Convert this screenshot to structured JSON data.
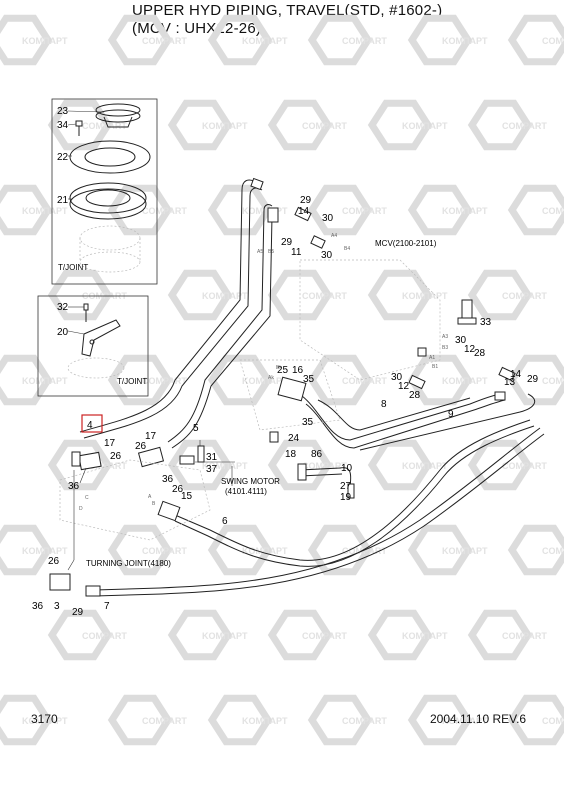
{
  "title": {
    "line1": "UPPER HYD PIPING, TRAVEL(STD, #1602-)",
    "line2": "(MCV : UHX22-26)"
  },
  "footer": {
    "page": "3170",
    "date_rev": "2004.11.10  REV.6"
  },
  "watermark": {
    "brands": [
      "KOMПAPT",
      "COMPART"
    ],
    "colors": {
      "logo": "#dcdcdc",
      "text": "#e2e2e2"
    }
  },
  "inset_top": {
    "parts": [
      "23",
      "34",
      "22",
      "21"
    ],
    "caption": "T/JOINT"
  },
  "inset_bottom": {
    "parts": [
      "32",
      "20"
    ],
    "caption": "T/JOINT"
  },
  "labels": {
    "mcv": "MCV(2100-2101)",
    "swing_motor_1": "SWING MOTOR",
    "swing_motor_2": "(4101.4111)",
    "turning_joint": "TURNING JOINT(4180)"
  },
  "callouts": [
    {
      "text": "29"
    },
    {
      "text": "14"
    },
    {
      "text": "30"
    },
    {
      "text": "29"
    },
    {
      "text": "11"
    },
    {
      "text": "30"
    },
    {
      "text": "33"
    },
    {
      "text": "25"
    },
    {
      "text": "16"
    },
    {
      "text": "35"
    },
    {
      "text": "30"
    },
    {
      "text": "12"
    },
    {
      "text": "28"
    },
    {
      "text": "30"
    },
    {
      "text": "12"
    },
    {
      "text": "28"
    },
    {
      "text": "14"
    },
    {
      "text": "13"
    },
    {
      "text": "29"
    },
    {
      "text": "8"
    },
    {
      "text": "9"
    },
    {
      "text": "35"
    },
    {
      "text": "24"
    },
    {
      "text": "18"
    },
    {
      "text": "86"
    },
    {
      "text": "10"
    },
    {
      "text": "27"
    },
    {
      "text": "19"
    },
    {
      "text": "4"
    },
    {
      "text": "5"
    },
    {
      "text": "17"
    },
    {
      "text": "26"
    },
    {
      "text": "31"
    },
    {
      "text": "37"
    },
    {
      "text": "17"
    },
    {
      "text": "26"
    },
    {
      "text": "36"
    },
    {
      "text": "36"
    },
    {
      "text": "26"
    },
    {
      "text": "15"
    },
    {
      "text": "6"
    },
    {
      "text": "26"
    },
    {
      "text": "36"
    },
    {
      "text": "3"
    },
    {
      "text": "29"
    },
    {
      "text": "7"
    }
  ],
  "port_marks": [
    "A4",
    "B4",
    "A5",
    "B5",
    "A3",
    "B3",
    "A1",
    "B1",
    "Bk",
    "Ak",
    "A",
    "B",
    "C",
    "D"
  ],
  "highlight_color": "#cc2222"
}
